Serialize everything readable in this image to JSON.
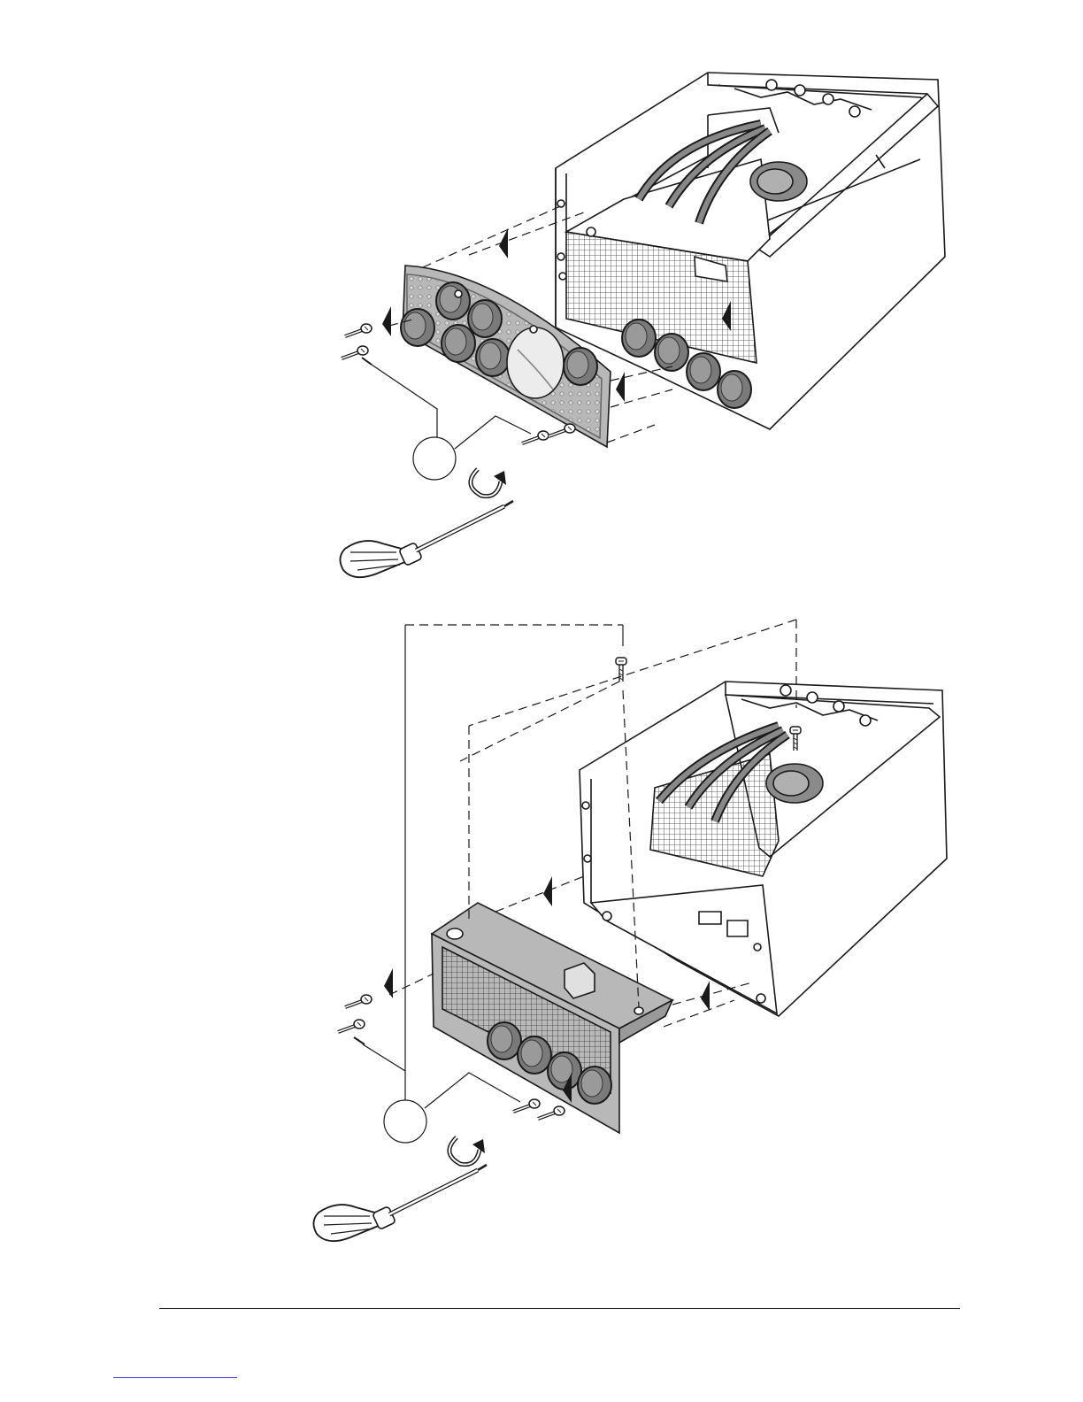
{
  "figure": {
    "panels": [
      {
        "id": "top",
        "cover": "perforated-plate",
        "callout_label": ""
      },
      {
        "id": "bottom",
        "cover": "box-cover",
        "callout_label": ""
      }
    ],
    "colors": {
      "line": "#1a1a1a",
      "panel_fill": "#b8b8b8",
      "gland_fill": "#808080",
      "housing_fill": "#ffffff",
      "link": "#3a3ad8"
    },
    "icons": [
      "screwdriver-icon",
      "screw-icon",
      "rotation-arrow-icon",
      "cable-gland-icon"
    ]
  }
}
